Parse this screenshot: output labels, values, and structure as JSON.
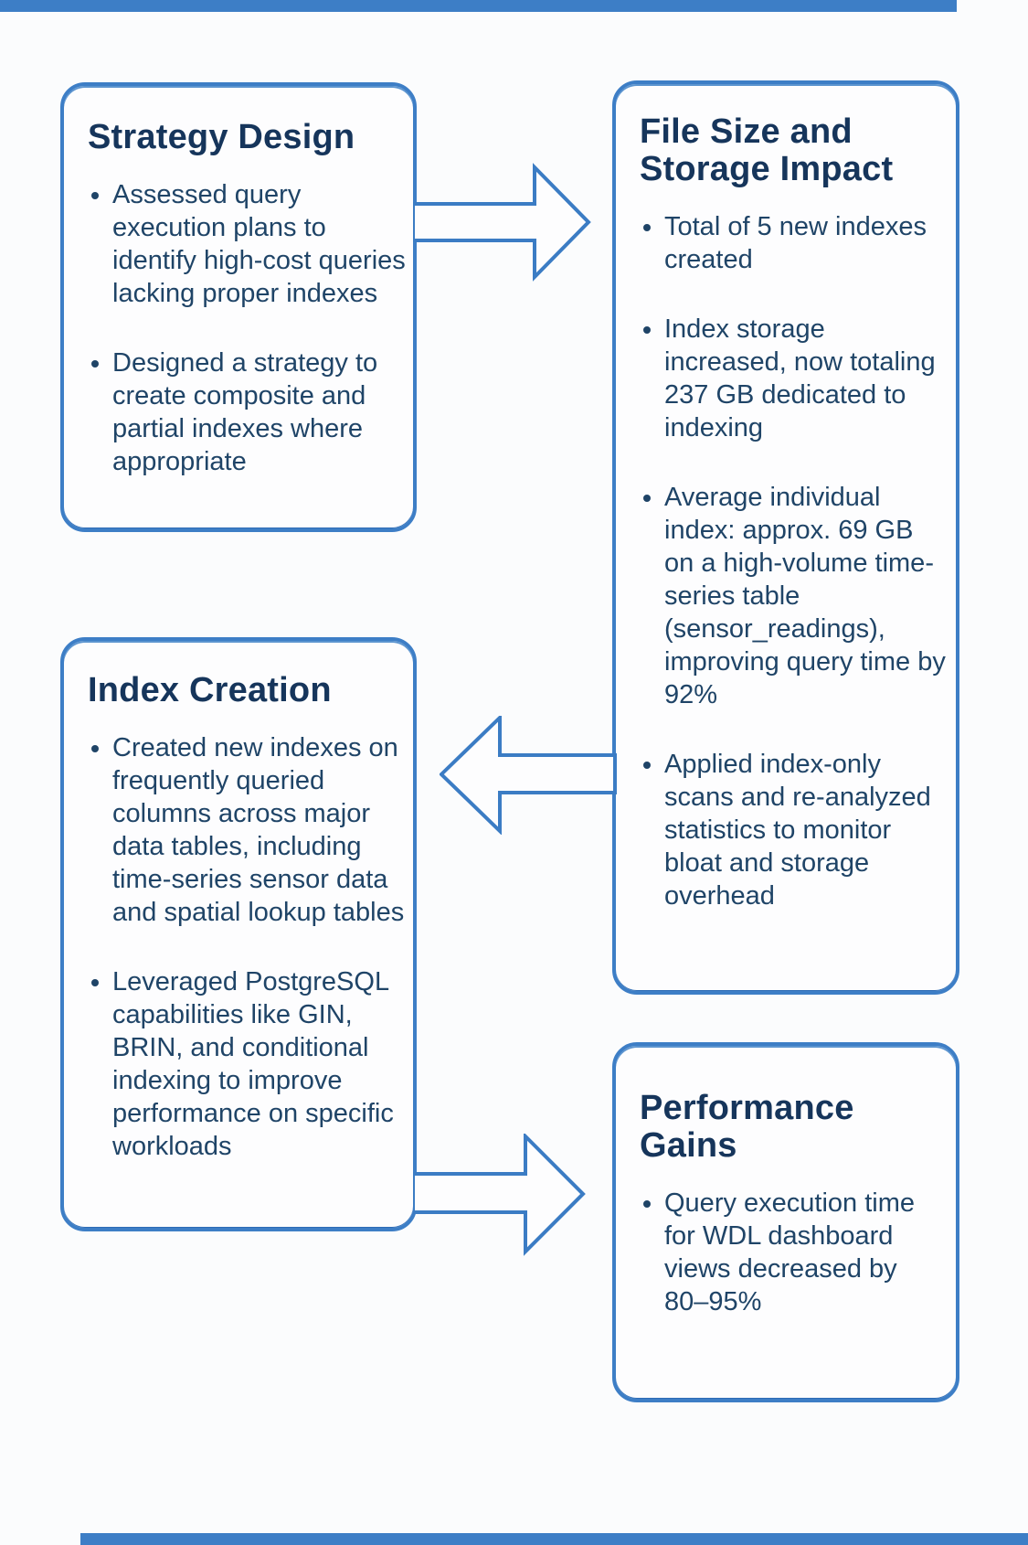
{
  "diagram": {
    "background_color": "#fbfcfd",
    "accent_blue": "#3d7ec6",
    "title_color": "#16355b",
    "body_text_color": "#1f4467"
  },
  "boxes": [
    {
      "id": "strategy-design",
      "title": "Strategy Design",
      "bullets": [
        "Assessed query execution plans to identify high-cost queries lacking proper indexes",
        "Designed a strategy to create composite and partial indexes where appropriate"
      ]
    },
    {
      "id": "file-size-and-storage-impact",
      "title": "File Size and Storage Impact",
      "bullets": [
        "Total of 5 new indexes created",
        "Index storage increased, now totaling 237 GB dedicated to indexing",
        "Average individual index: approx. 69 GB on a high-volume time-series table (sensor_readings), improving query time by 92%",
        "Applied index-only scans and re-analyzed statistics to monitor bloat and storage overhead"
      ]
    },
    {
      "id": "index-creation",
      "title": "Index Creation",
      "bullets": [
        "Created new indexes on frequently queried columns across major data tables, including time-series sensor data and spatial lookup tables",
        "Leveraged PostgreSQL capabilities like GIN, BRIN, and conditional indexing to improve performance on specific workloads"
      ]
    },
    {
      "id": "performance-gains",
      "title": "Performance Gains",
      "bullets": [
        "Query execution time for WDL dashboard views decreased by 80–95%"
      ]
    }
  ],
  "arrows": [
    {
      "direction": "right",
      "from": "Strategy Design",
      "to": "File Size and Storage Impact"
    },
    {
      "direction": "left",
      "from": "File Size and Storage Impact",
      "to": "Index Creation"
    },
    {
      "direction": "right",
      "from": "Index Creation",
      "to": "Performance Gains"
    }
  ]
}
